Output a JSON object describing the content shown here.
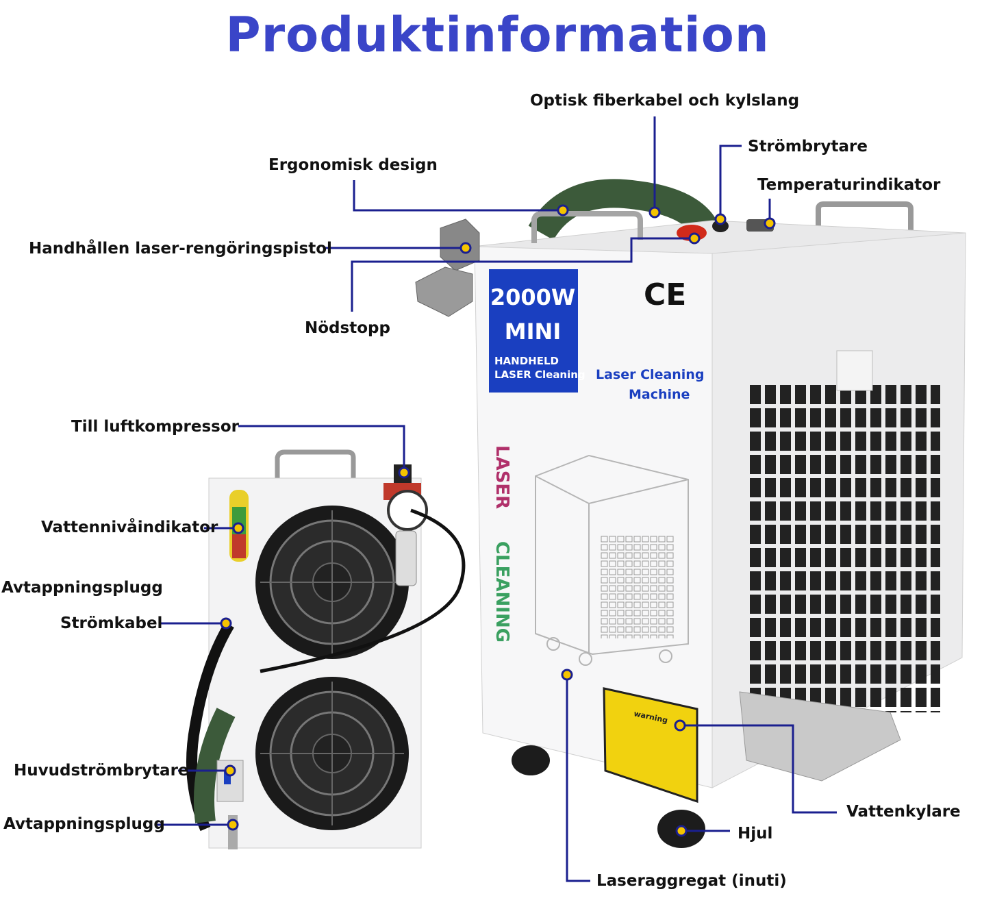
{
  "title": "Produktinformation",
  "colors": {
    "title": "#3a45c8",
    "leader_line": "#1a1f8f",
    "marker": "#f5c400",
    "badge": "#1a3fc0"
  },
  "machine": {
    "badge_power": "2000W",
    "badge_model": "MINI",
    "badge_line1": "HANDHELD",
    "badge_line2": "LASER Cleaning",
    "side_text_1": "Laser Cleaning",
    "side_text_2": "Machine",
    "mark": "CE",
    "vertical_word_1": "LASER",
    "vertical_word_2": "CLEANING",
    "warning_label": "warning"
  },
  "labels": {
    "fiber": "Optisk fiberkabel och kylslang",
    "power_switch": "Strömbrytare",
    "ergonomic": "Ergonomisk design",
    "temp": "Temperaturindikator",
    "gun": "Handhållen laser-rengöringspistol",
    "estop": "Nödstopp",
    "air": "Till luftkompressor",
    "water_level": "Vattennivåindikator",
    "drain_top": "Avtappningsplugg",
    "power_cable": "Strömkabel",
    "main_switch": "Huvudströmbrytare",
    "drain_bottom": "Avtappningsplugg",
    "chiller": "Vattenkylare",
    "wheel": "Hjul",
    "laser_unit": "Laseraggregat (inuti)"
  }
}
